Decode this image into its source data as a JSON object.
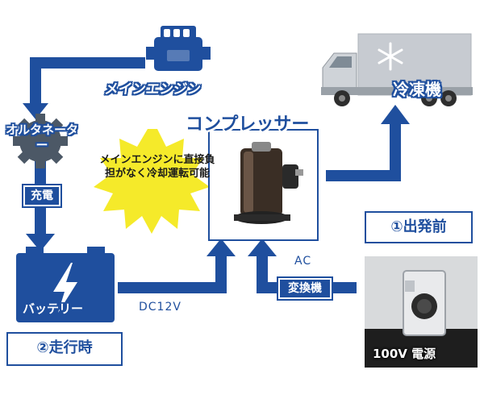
{
  "labels": {
    "main_engine": "メインエンジン",
    "alternator": "オルタネーター",
    "charge": "充電",
    "battery": "バッテリー",
    "compressor": "コンプレッサー",
    "freezer": "冷凍機",
    "burst_text": "メインエンジンに直接負担がなく冷却運転可能",
    "dc12v": "DC12V",
    "ac": "AC",
    "converter": "変換機",
    "before_departure": "①出発前",
    "while_driving": "②走行時",
    "power_100v": "100V 電源"
  },
  "colors": {
    "primary_blue": "#1f4f9e",
    "burst_yellow": "#f5ea2a",
    "gray_icon": "#3d4b5c",
    "truck_gray": "#c7cbd1"
  }
}
